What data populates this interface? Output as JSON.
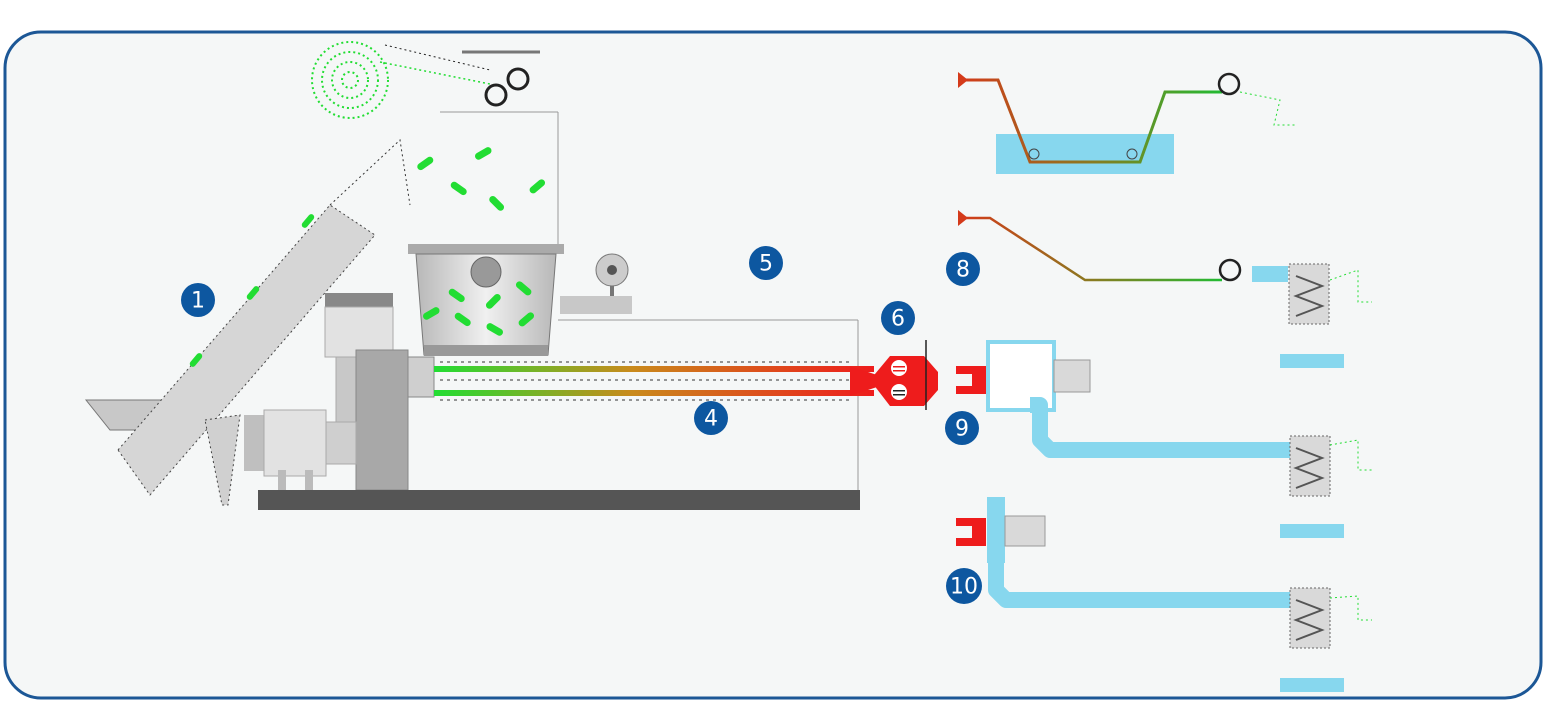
{
  "colors": {
    "frame": "#1c5796",
    "background": "#f5f7f7",
    "badge": "#0d57a0",
    "machine_gray": "#d9d9d9",
    "base_dark": "#555555",
    "pellet_green": "#22dd33",
    "melt_red": "#ee1c1c",
    "water_blue": "#87d7ee"
  },
  "labels": {
    "step1": "1",
    "step4": "4",
    "step5": "5",
    "step6": "6",
    "step8": "8",
    "step9": "9",
    "step10": "10"
  }
}
